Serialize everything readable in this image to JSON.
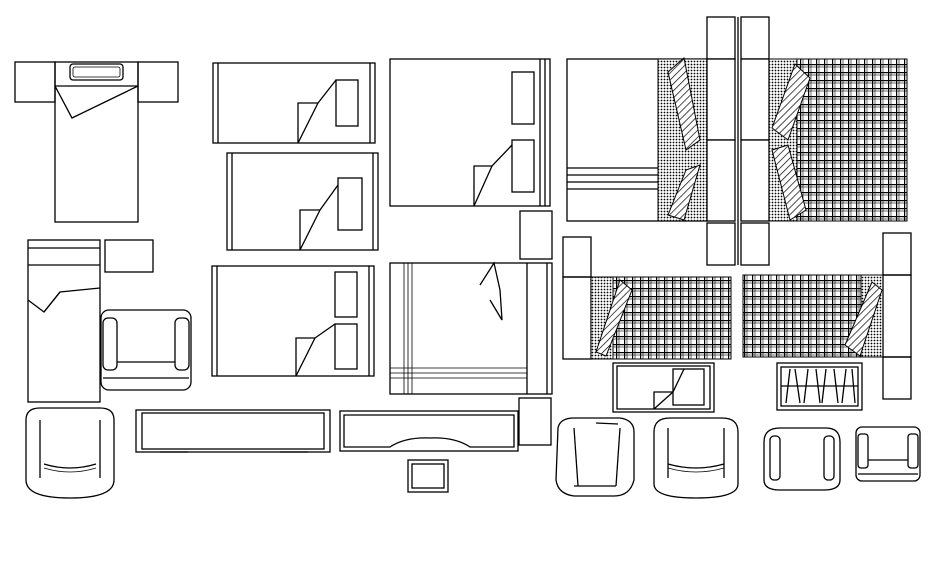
{
  "drawing": {
    "background": "#ffffff",
    "line_color": "#000000",
    "blocks": [
      "single-bed-with-nightstands",
      "single-bed-right-pillows-1",
      "single-bed-right-pillows-2",
      "double-bed-two-pillows",
      "single-bed-with-side-table",
      "armchair-left",
      "double-bed-lower",
      "double-bed-striped",
      "nightstand-small",
      "double-bed-plaid-top-left",
      "double-bed-plaid-top-right",
      "bed-plaid-lower-left",
      "bed-plaid-lower-right",
      "tv-console",
      "desk-curved",
      "stool",
      "side-table-right",
      "armchairs-bottom-row",
      "luggage-rack",
      "wardrobe-striped"
    ]
  }
}
